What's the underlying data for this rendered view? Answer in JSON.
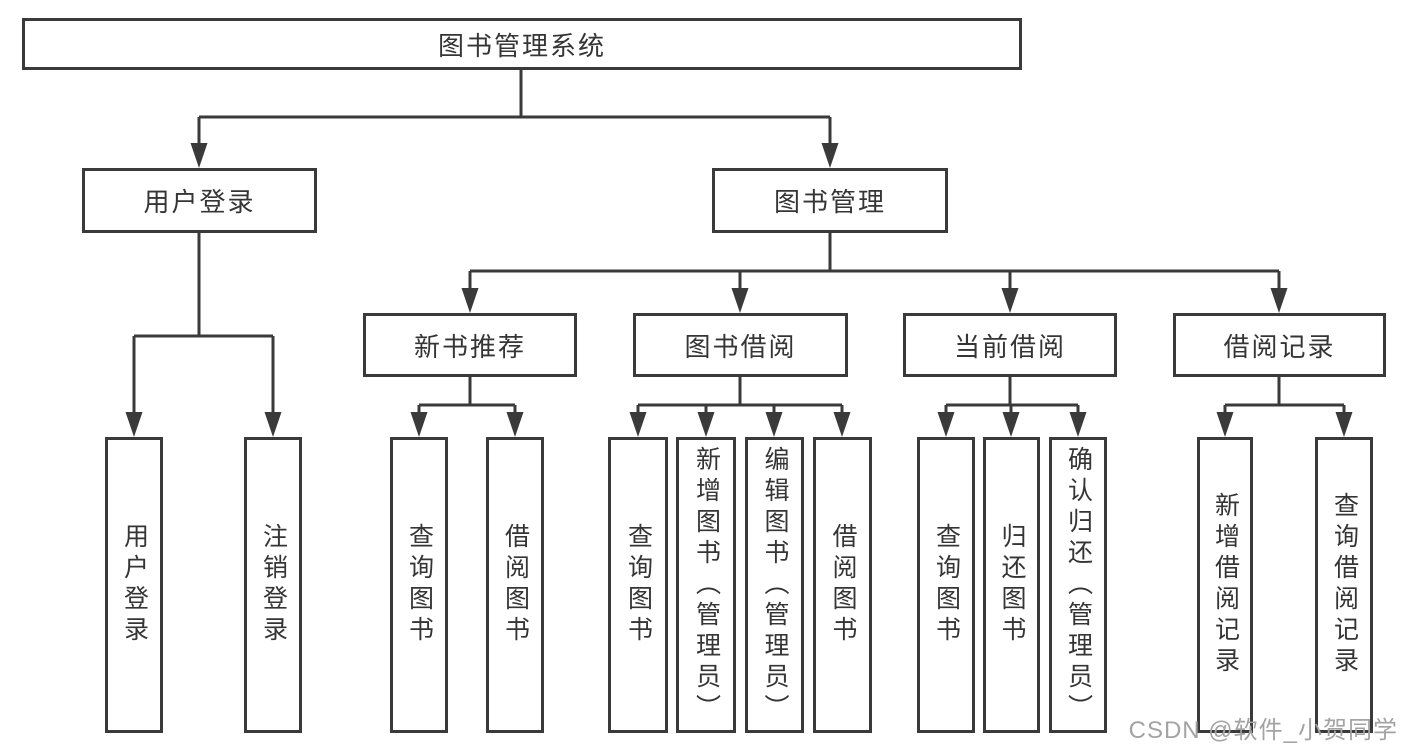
{
  "diagram": {
    "root": {
      "label": "图书管理系统"
    },
    "user_login": {
      "label": "用户登录",
      "children": {
        "login": {
          "label": "用户登录"
        },
        "logout": {
          "label": "注销登录"
        }
      }
    },
    "book_mgmt": {
      "label": "图书管理",
      "children": {
        "new_books": {
          "label": "新书推荐",
          "children": {
            "query": {
              "label": "查询图书"
            },
            "borrow": {
              "label": "借阅图书"
            }
          }
        },
        "book_borrow": {
          "label": "图书借阅",
          "children": {
            "query": {
              "label": "查询图书"
            },
            "add": {
              "label": "新增图书（管理员）"
            },
            "edit": {
              "label": "编辑图书（管理员）"
            },
            "borrow": {
              "label": "借阅图书"
            }
          }
        },
        "current_borrow": {
          "label": "当前借阅",
          "children": {
            "query": {
              "label": "查询图书"
            },
            "return": {
              "label": "归还图书"
            },
            "confirm": {
              "label": "确认归还（管理员）"
            }
          }
        },
        "borrow_records": {
          "label": "借阅记录",
          "children": {
            "add": {
              "label": "新增借阅记录"
            },
            "query": {
              "label": "查询借阅记录"
            }
          }
        }
      }
    }
  },
  "watermark": {
    "label": "CSDN @软件_小贺同学"
  },
  "colors": {
    "line": "#3a3a3a",
    "text": "#353535",
    "watermark": "#a3a3a3",
    "bg": "#ffffff"
  }
}
